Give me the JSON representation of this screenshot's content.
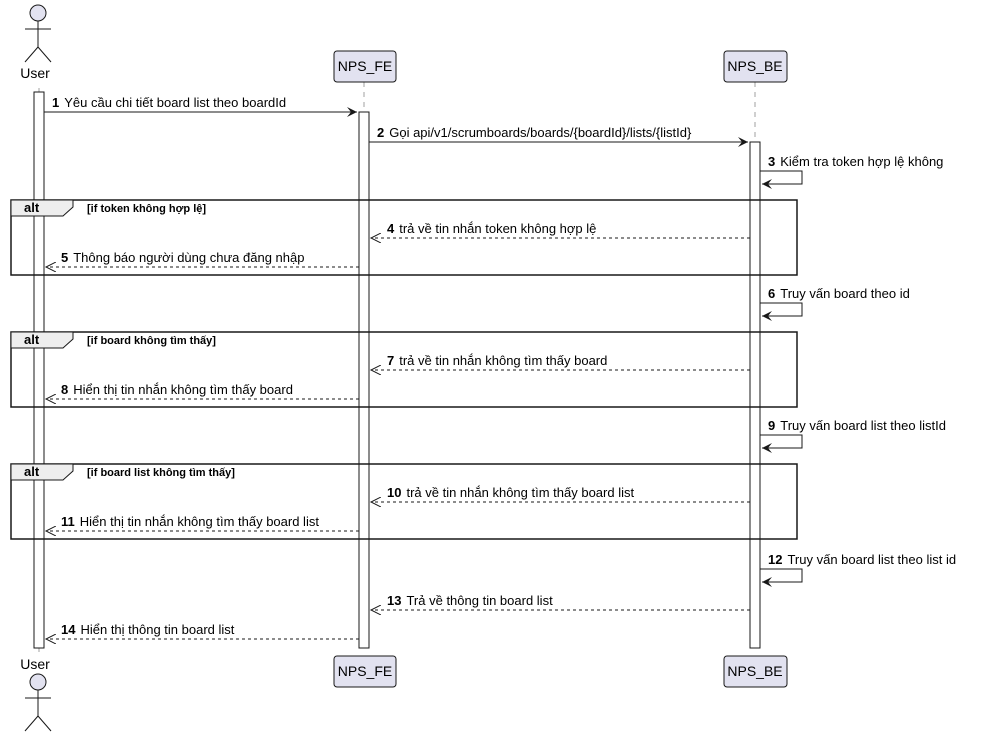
{
  "participants": [
    {
      "id": "user",
      "label": "User",
      "kind": "actor"
    },
    {
      "id": "fe",
      "label": "NPS_FE",
      "kind": "box"
    },
    {
      "id": "be",
      "label": "NPS_BE",
      "kind": "box"
    }
  ],
  "messages": [
    {
      "num": "1",
      "text": "Yêu cầu chi tiết board list theo boardId",
      "from": "user",
      "to": "fe",
      "style": "solid"
    },
    {
      "num": "2",
      "text": "Gọi api/v1/scrumboards/boards/{boardId}/lists/{listId}",
      "from": "fe",
      "to": "be",
      "style": "solid"
    },
    {
      "num": "3",
      "text": "Kiểm tra token hợp lệ không",
      "from": "be",
      "to": "be",
      "style": "self"
    },
    {
      "num": "4",
      "text": "trả về tin nhắn token không hợp lệ",
      "from": "be",
      "to": "fe",
      "style": "dashed"
    },
    {
      "num": "5",
      "text": "Thông báo người dùng chưa đăng nhập",
      "from": "fe",
      "to": "user",
      "style": "dashed"
    },
    {
      "num": "6",
      "text": "Truy vấn board theo id",
      "from": "be",
      "to": "be",
      "style": "self"
    },
    {
      "num": "7",
      "text": "trả về tin nhắn không tìm thấy board",
      "from": "be",
      "to": "fe",
      "style": "dashed"
    },
    {
      "num": "8",
      "text": "Hiển thị tin nhắn không tìm thấy board",
      "from": "fe",
      "to": "user",
      "style": "dashed"
    },
    {
      "num": "9",
      "text": "Truy vấn board list theo listId",
      "from": "be",
      "to": "be",
      "style": "self"
    },
    {
      "num": "10",
      "text": "trả về tin nhắn không tìm thấy board list",
      "from": "be",
      "to": "fe",
      "style": "dashed"
    },
    {
      "num": "11",
      "text": "Hiển thị tin nhắn không tìm thấy board list",
      "from": "fe",
      "to": "user",
      "style": "dashed"
    },
    {
      "num": "12",
      "text": "Truy vấn board list theo list id",
      "from": "be",
      "to": "be",
      "style": "self"
    },
    {
      "num": "13",
      "text": "Trả về thông tin board list",
      "from": "be",
      "to": "fe",
      "style": "dashed"
    },
    {
      "num": "14",
      "text": "Hiển thị thông tin board list",
      "from": "fe",
      "to": "user",
      "style": "dashed"
    }
  ],
  "fragments": [
    {
      "keyword": "alt",
      "guard": "[if token không hợp lệ]"
    },
    {
      "keyword": "alt",
      "guard": "[if board không tìm thấy]"
    },
    {
      "keyword": "alt",
      "guard": "[if board list không tìm thấy]"
    }
  ],
  "colors": {
    "participant_fill": "#E2E2F0",
    "participant_border": "#181818",
    "line": "#181818",
    "lifeline": "#A0A0A0"
  }
}
